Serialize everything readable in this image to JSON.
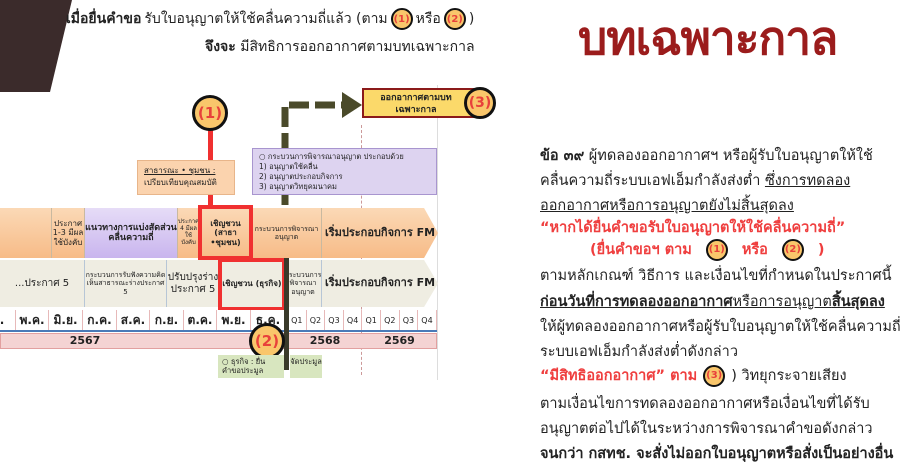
{
  "title": "บทเฉพาะกาล",
  "header": {
    "line1_bold": "เมื่อยื่นคำขอ",
    "line1_rest": "รับใบอนุญาตให้ใช้คลื่นความถี่แล้ว (ตาม",
    "ref1": "(1)",
    "or": "หรือ",
    "ref2": "(2)",
    "close": ")",
    "line2_bold": "จึงจะ",
    "line2_rest": " มีสิทธิการออกอากาศตามบทเฉพาะกาล"
  },
  "diagram": {
    "callout1": "(1)",
    "callout2": "(2)",
    "callout3": "(3)",
    "target_box": "ออกอากาศตามบท เฉพาะกาล",
    "public_note": {
      "title": "สาธารณะ • ชุมชน :",
      "text": "เปรียบเทียบคุณสมบัติ"
    },
    "process_note": {
      "title": "○ กระบวนการพิจารณาอนุญาต ประกอบด้วย",
      "items": [
        "1) อนุญาตใช้คลื่น",
        "2) อนุญาตประกอบกิจการ",
        "3) อนุญาตวิทยุคมนาคม"
      ]
    },
    "row1": [
      "ประกาศ 1-3 มีผลใช้บังคับ",
      "แนวทางการแบ่งสัดส่วนคลื่นความถี่",
      "ประกาศ 4 มีผลใช้บังคับ",
      "เชิญชวน (สาธา •ชุมชน)",
      "กระบวนการพิจารณาอนุญาต",
      "เริ่มประกอบกิจการ FM"
    ],
    "row2": [
      "...ประกาศ 5",
      "กระบวนการรับฟังความคิดเห็นสาธารณะร่างประกาศ 5",
      "ปรับปรุงร่างประกาศ 5",
      "เชิญชวน (ธุรกิจ)",
      "กระบวนการพิจารณาอนุญาต",
      "เริ่มประกอบกิจการ FM"
    ],
    "months": [
      "ย.",
      "พ.ค.",
      "มิ.ย.",
      "ก.ค.",
      "ส.ค.",
      "ก.ย.",
      "ต.ค.",
      "พ.ย.",
      "ธ.ค."
    ],
    "quarters": [
      "Q1",
      "Q2",
      "Q3",
      "Q4",
      "Q1",
      "Q2",
      "Q3",
      "Q4"
    ],
    "years": [
      "2567",
      "2568",
      "2569"
    ],
    "business_note": "○ ธุรกิจ : ยื่นคำขอประมูล",
    "auction_note": "จัดประมูล"
  },
  "article": {
    "l1_bold": "ข้อ ๓๙",
    "l1": " ผู้ทดลองออกอากาศฯ หรือผู้รับใบอนุญาตให้ใช้",
    "l2a": "คลื่นความถี่ระบบเอฟเอ็มกำลังส่งต่ำ ",
    "l2u": "ซึ่งการทดลอง",
    "l3u": "ออกอากาศหรือการอนุญาตยังไม่สิ้นสุดลง",
    "l4": "“หากได้ยื่นคำขอรับใบอนุญาตให้ใช้คลื่นความถี่”",
    "l5a": "(ยื่นคำขอฯ ตาม",
    "l5r1": "(1)",
    "l5b": "หรือ",
    "l5r2": "(2)",
    "l5c": ")",
    "l6": "ตามหลักเกณฑ์ วิธีการ และเงื่อนไขที่กำหนดในประกาศนี้",
    "l7a": "ก่อนวันที่การทดลองออกอากาศ",
    "l7b": "หรือการอนุญาต",
    "l7c": "สิ้นสุดลง",
    "l8": "ให้ผู้ทดลองออกอากาศหรือผู้รับใบอนุญาตให้ใช้คลื่นความถี่",
    "l9": "ระบบเอฟเอ็มกำลังส่งต่ำดังกล่าว",
    "l10a": "“มีสิทธิออกอากาศ” ตาม",
    "l10r": "(3)",
    "l10b": ") วิทยุกระจายเสียง",
    "l11": "ตามเงื่อนไขการทดลองออกอากาศหรือเงื่อนไขที่ได้รับ",
    "l12": "อนุญาตต่อไปได้ในระหว่างการพิจารณาคำขอดังกล่าว",
    "l13": "จนกว่า กสทช. จะสั่งไม่ออกใบอนุญาตหรือสั่งเป็นอย่างอื่น"
  },
  "colors": {
    "title": "#9b1c1c",
    "highlight": "#ef3e3e",
    "callout": "#f9c66b",
    "arrow": "#4a4a2a"
  }
}
